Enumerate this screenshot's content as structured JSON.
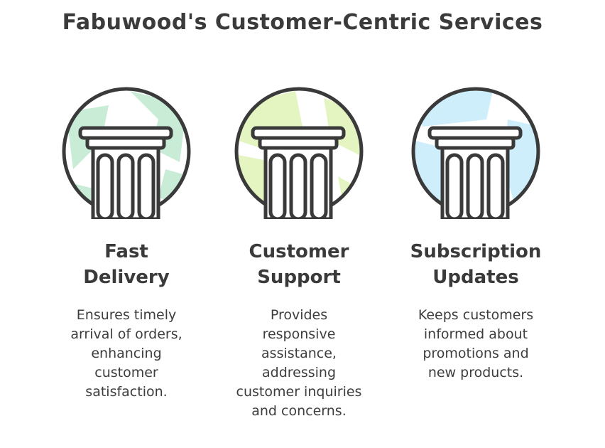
{
  "title": "Fabuwood's Customer-Centric Services",
  "services": [
    {
      "title": "Fast\nDelivery",
      "description": "Ensures timely\narrival of orders,\nenhancing\ncustomer\nsatisfaction.",
      "icon": "pillar-icon",
      "accent": "#c8ecd6"
    },
    {
      "title": "Customer\nSupport",
      "description": "Provides\nresponsive\nassistance,\naddressing\ncustomer inquiries\nand concerns.",
      "icon": "pillar-icon",
      "accent": "#e4f5c2"
    },
    {
      "title": "Subscription\nUpdates",
      "description": "Keeps customers\ninformed about\npromotions and\nnew products.",
      "icon": "pillar-icon",
      "accent": "#cdeefa"
    }
  ],
  "colors": {
    "stroke": "#3a3a3a",
    "text": "#3a3a3a"
  }
}
